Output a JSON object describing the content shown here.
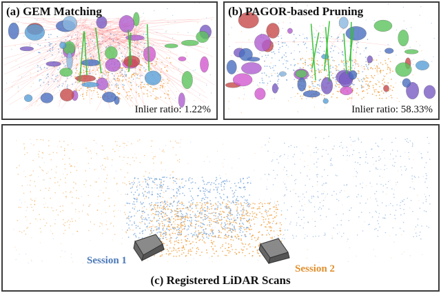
{
  "panels": {
    "a": {
      "title": "(a) GEM Matching",
      "ratio_label": "Inlier ratio: 1.22%"
    },
    "b": {
      "title": "(b) PAGOR-based Pruning",
      "ratio_label": "Inlier ratio: 58.33%"
    },
    "c": {
      "title": "(c) Registered LiDAR Scans"
    }
  },
  "sessions": [
    {
      "label": "Session 1",
      "color": "#4a78b8"
    },
    {
      "label": "Session 2",
      "color": "#e0902e"
    }
  ],
  "colors": {
    "scan_blue": "#6f9fd6",
    "scan_orange": "#f0a040",
    "wrong_match": "#ff5a5a",
    "inlier_match": "#2fc02f"
  }
}
